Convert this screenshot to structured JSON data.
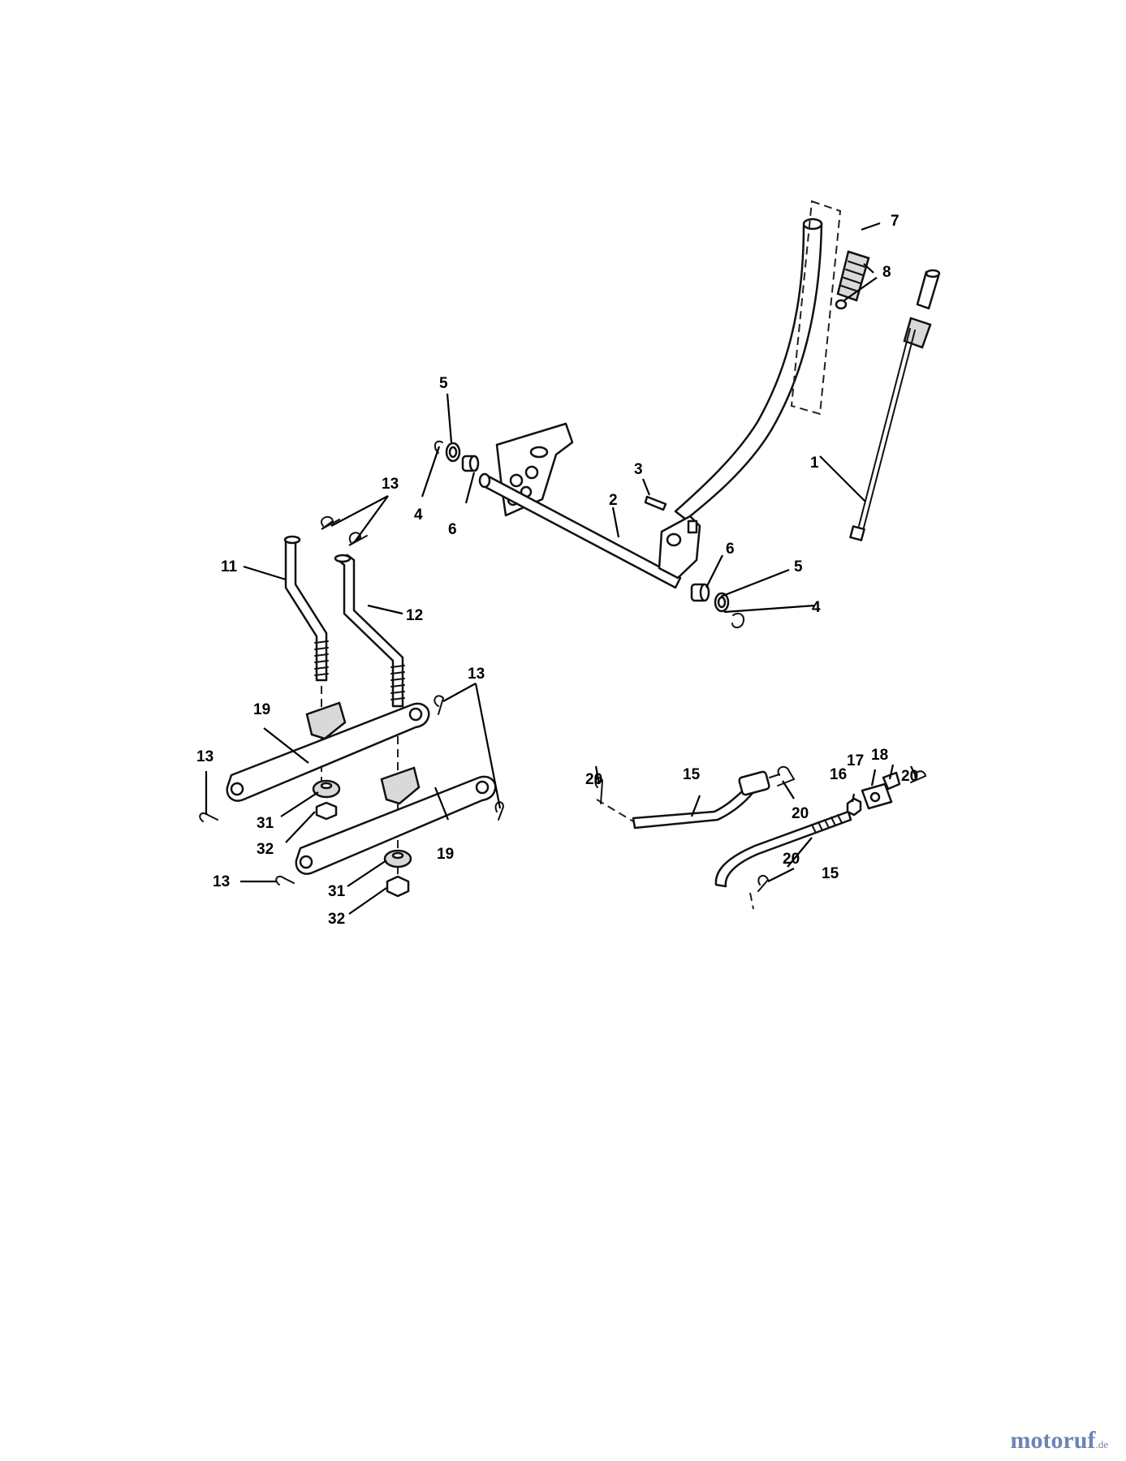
{
  "callouts": [
    "1",
    "2",
    "3",
    "4",
    "5",
    "6",
    "7",
    "8",
    "11",
    "12",
    "13",
    "15",
    "16",
    "17",
    "18",
    "19",
    "20",
    "31",
    "32"
  ],
  "watermark": {
    "brand": "motoruf",
    "tld": ".de"
  }
}
